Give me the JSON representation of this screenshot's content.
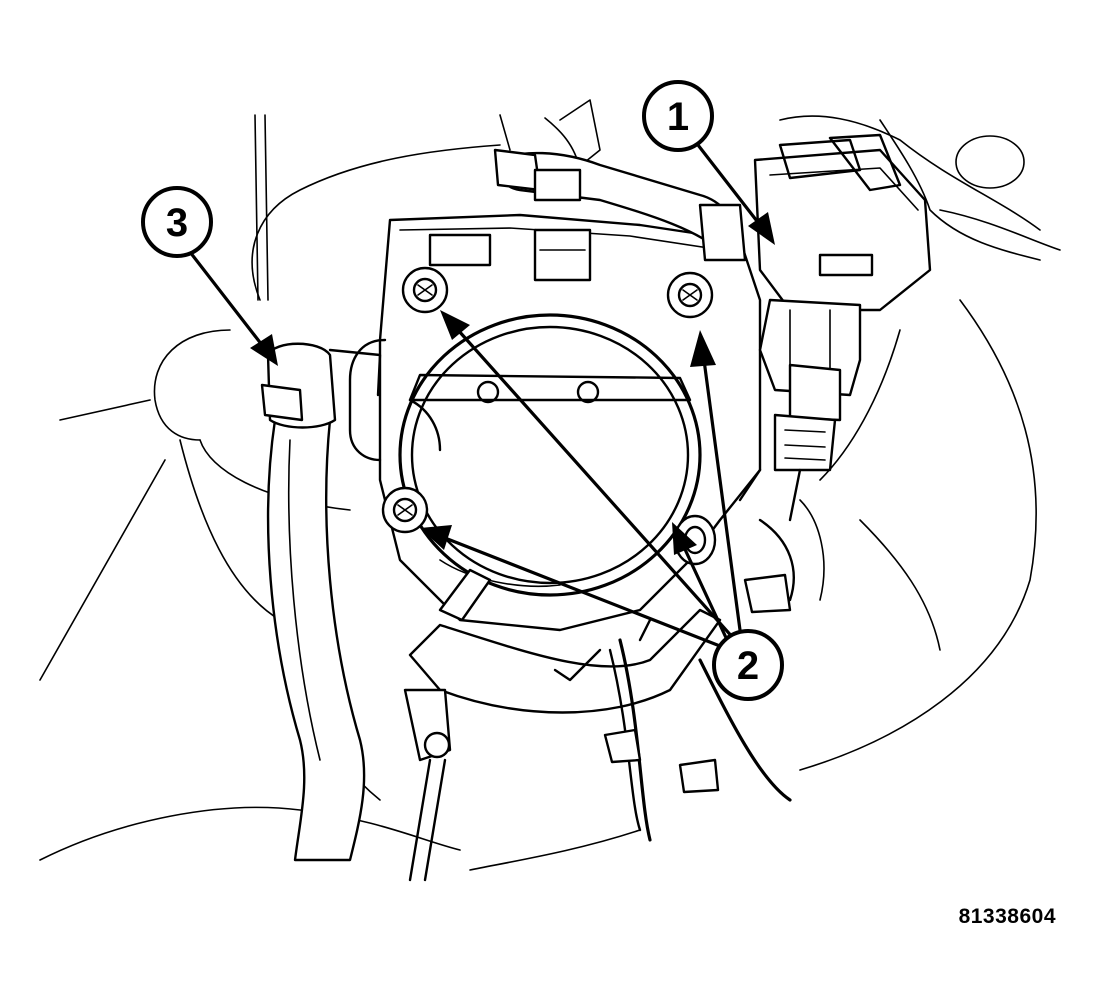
{
  "figure_id": "81338604",
  "callouts": [
    {
      "label": "1"
    },
    {
      "label": "2"
    },
    {
      "label": "3"
    }
  ]
}
